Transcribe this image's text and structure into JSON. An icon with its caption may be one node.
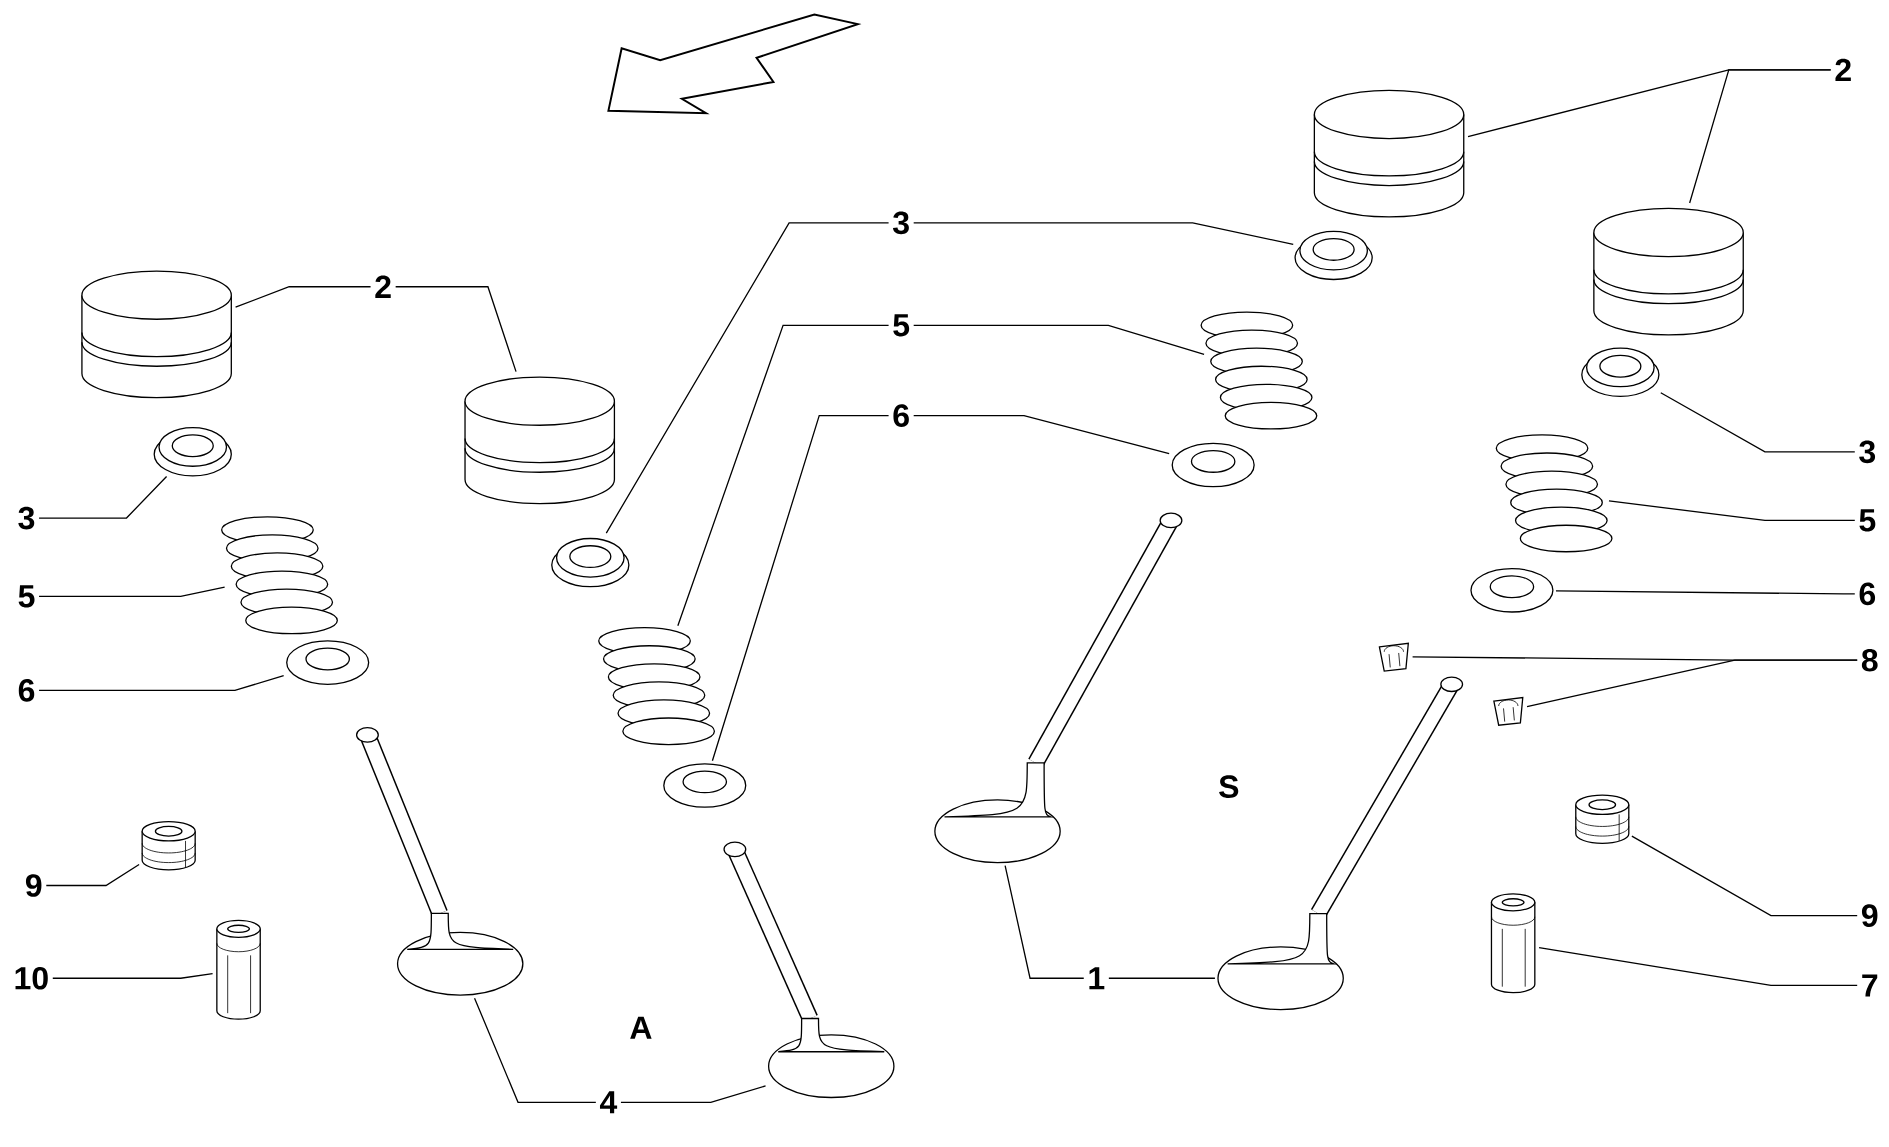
{
  "diagram": {
    "nodes": [
      {
        "text": [],
        "shape": "picture"
      },
      {
        "text": [],
        "shape": "picture"
      },
      {
        "text": [],
        "shape": "picture"
      },
      {
        "text": [],
        "shape": "picture"
      },
      {
        "text": [],
        "shape": "picture"
      },
      {
        "text": [],
        "shape": "picture"
      },
      {
        "text": [],
        "shape": "picture"
      },
      {
        "text": [],
        "shape": "picture"
      },
      {
        "text": [],
        "shape": "picture"
      },
      {
        "text": [],
        "shape": "picture"
      },
      {
        "text": [],
        "shape": "picture"
      },
      {
        "text": [],
        "shape": "picture"
      },
      {
        "text": [],
        "shape": "picture"
      },
      {
        "text": [],
        "shape": "picture"
      },
      {
        "text": [],
        "shape": "picture"
      },
      {
        "text": [],
        "shape": "picture"
      },
      {
        "text": [],
        "shape": "picture"
      },
      {
        "text": [],
        "shape": "picture"
      },
      {
        "text": [],
        "shape": "picture"
      },
      {
        "text": [],
        "shape": "picture"
      },
      {
        "text": [],
        "shape": "picture"
      },
      {
        "text": [],
        "shape": "picture"
      },
      {
        "text": [],
        "shape": "picture"
      },
      {
        "text": [],
        "shape": "picture"
      },
      {
        "text": [],
        "shape": "picture"
      },
      {
        "text": [],
        "shape": "picture"
      },
      {
        "text": [
          "2"
        ]
      },
      {
        "text": [
          "3"
        ]
      },
      {
        "text": [
          "5"
        ]
      },
      {
        "text": [
          "6"
        ]
      },
      {
        "text": [
          "9"
        ]
      },
      {
        "text": [
          "10"
        ]
      },
      {
        "text": [
          "4"
        ]
      },
      {
        "text": [
          "3"
        ]
      },
      {
        "text": [
          "5"
        ]
      },
      {
        "text": [
          "6"
        ]
      },
      {
        "text": [
          "2"
        ]
      },
      {
        "text": [
          "3"
        ]
      },
      {
        "text": [
          "5"
        ]
      },
      {
        "text": [
          "6"
        ]
      },
      {
        "text": [
          "8"
        ]
      },
      {
        "text": [
          "9"
        ]
      },
      {
        "text": [
          "7"
        ]
      },
      {
        "text": [
          "1"
        ]
      }
    ],
    "edges": [
      {
        "from": 26,
        "to": 0,
        "arrow": "none"
      },
      {
        "from": 26,
        "to": 7,
        "arrow": "none"
      },
      {
        "from": 27,
        "to": 1,
        "arrow": "none"
      },
      {
        "from": 28,
        "to": 2,
        "arrow": "none"
      },
      {
        "from": 29,
        "to": 3,
        "arrow": "none"
      },
      {
        "from": 30,
        "to": 4,
        "arrow": "none"
      },
      {
        "from": 31,
        "to": 5,
        "arrow": "none"
      },
      {
        "from": 32,
        "to": 6,
        "arrow": "none"
      },
      {
        "from": 32,
        "to": 11,
        "arrow": "none"
      },
      {
        "from": 33,
        "to": 8,
        "arrow": "none"
      },
      {
        "from": 33,
        "to": 13,
        "arrow": "none"
      },
      {
        "from": 34,
        "to": 9,
        "arrow": "none"
      },
      {
        "from": 34,
        "to": 14,
        "arrow": "none"
      },
      {
        "from": 35,
        "to": 10,
        "arrow": "none"
      },
      {
        "from": 35,
        "to": 15,
        "arrow": "none"
      },
      {
        "from": 36,
        "to": 12,
        "arrow": "none"
      },
      {
        "from": 36,
        "to": 17,
        "arrow": "none"
      },
      {
        "from": 37,
        "to": 18,
        "arrow": "none"
      },
      {
        "from": 38,
        "to": 19,
        "arrow": "none"
      },
      {
        "from": 39,
        "to": 20,
        "arrow": "none"
      },
      {
        "from": 40,
        "to": 21,
        "arrow": "none"
      },
      {
        "from": 40,
        "to": 22,
        "arrow": "none"
      },
      {
        "from": 41,
        "to": 24,
        "arrow": "none"
      },
      {
        "from": 42,
        "to": 25,
        "arrow": "none"
      },
      {
        "from": 43,
        "to": 16,
        "arrow": "none"
      },
      {
        "from": 43,
        "to": 23,
        "arrow": "none"
      }
    ],
    "labels": [
      "A",
      "S"
    ]
  }
}
